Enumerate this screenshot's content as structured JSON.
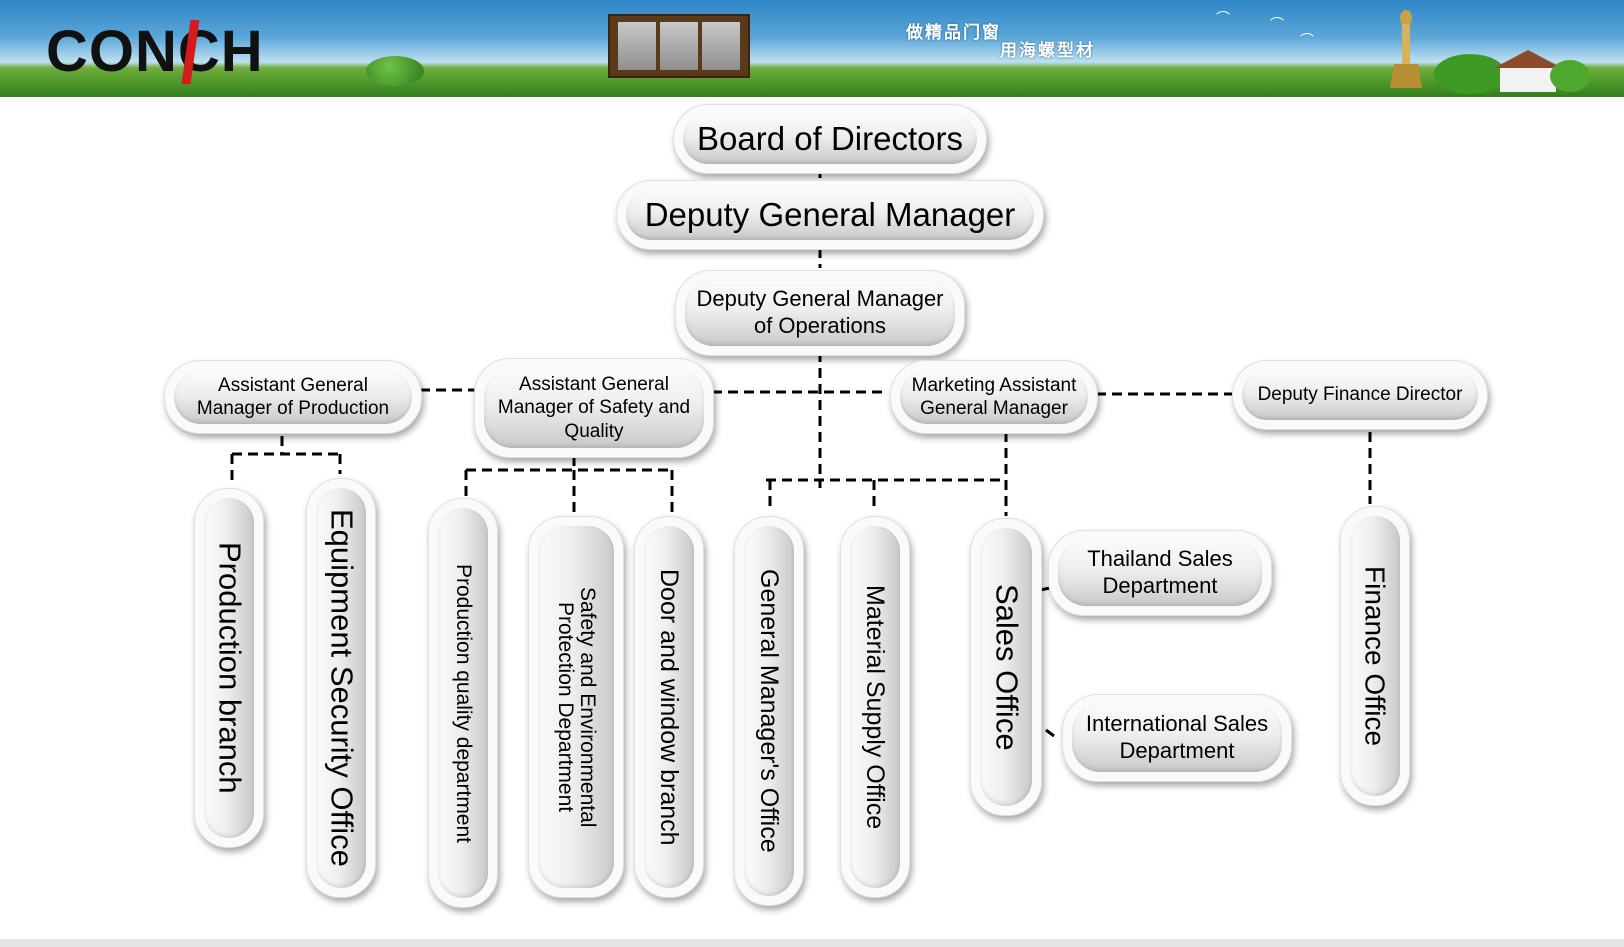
{
  "header": {
    "logo_text": "CONCH",
    "slogan_line1": "做精品门窗",
    "slogan_line2": "用海螺型材"
  },
  "colors": {
    "banner_sky": "#2f86c6",
    "banner_grass": "#2f7f1c",
    "logo_accent": "#d41c1c",
    "node_fill": "#e6e6e6",
    "connector": "#000000"
  },
  "org": {
    "board": "Board of Directors",
    "dgm": "Deputy General Manager",
    "dgm_ops": "Deputy General Manager of Operations",
    "agm_production": "Assistant General Manager of Production",
    "agm_safety": "Assistant General Manager of Safety and Quality",
    "marketing_agm": "Marketing Assistant General Manager",
    "deputy_finance": "Deputy Finance Director",
    "production_branch": "Production branch",
    "equipment_security": "Equipment Security Office",
    "production_quality": "Production quality department",
    "safety_env": "Safety and Environmental Protection Department",
    "door_window": "Door and window branch",
    "gm_office": "General Manager's Office",
    "material_supply": "Material Supply Office",
    "sales_office": "Sales Office",
    "thailand_sales": "Thailand Sales Department",
    "international_sales": "International Sales Department",
    "finance_office": "Finance Office"
  }
}
